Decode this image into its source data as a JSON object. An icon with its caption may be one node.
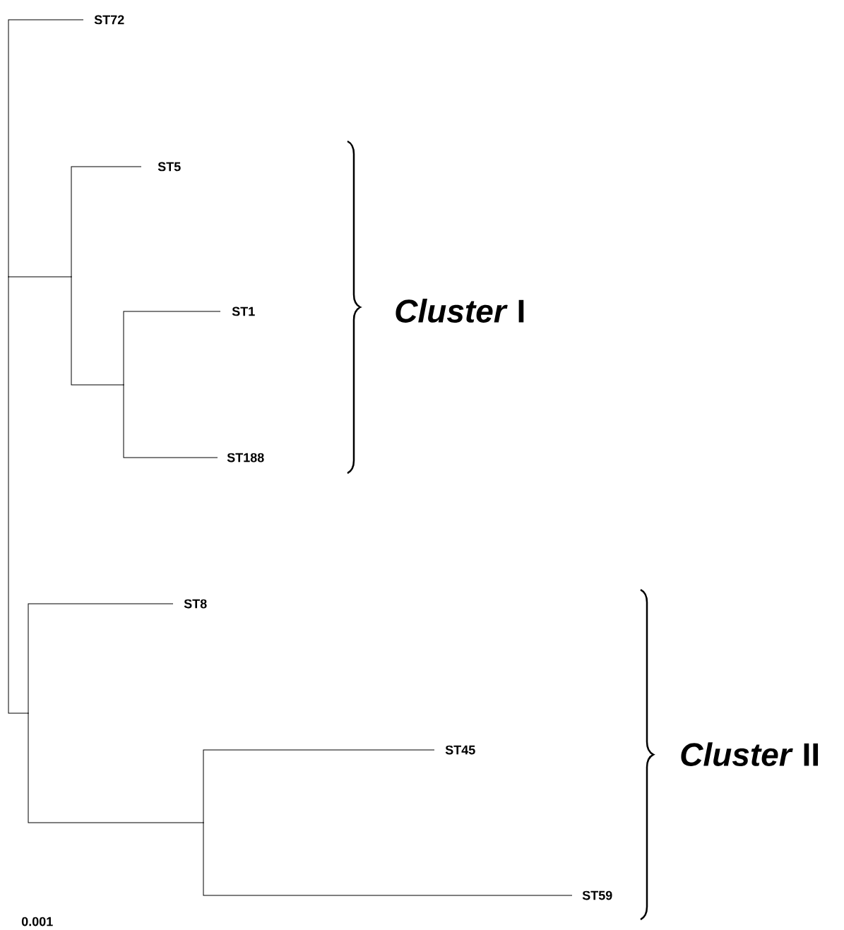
{
  "diagram": {
    "nodes": [
      {
        "text": [],
        "shape": "point"
      },
      {
        "text": [
          "ST72"
        ]
      },
      {
        "text": [],
        "shape": "point"
      },
      {
        "text": [
          "ST5"
        ]
      },
      {
        "text": [],
        "shape": "point"
      },
      {
        "text": [
          "ST1"
        ]
      },
      {
        "text": [
          "ST188"
        ]
      },
      {
        "text": [],
        "shape": "point"
      },
      {
        "text": [
          "ST8"
        ]
      },
      {
        "text": [],
        "shape": "point"
      },
      {
        "text": [
          "ST45"
        ]
      },
      {
        "text": [
          "ST59"
        ]
      }
    ],
    "edges": [
      {
        "from": 0,
        "to": 1,
        "arrow": "none"
      },
      {
        "from": 0,
        "to": 2,
        "arrow": "none"
      },
      {
        "from": 0,
        "to": 7,
        "arrow": "none"
      },
      {
        "from": 2,
        "to": 3,
        "arrow": "none"
      },
      {
        "from": 2,
        "to": 4,
        "arrow": "none"
      },
      {
        "from": 4,
        "to": 5,
        "arrow": "none"
      },
      {
        "from": 4,
        "to": 6,
        "arrow": "none"
      },
      {
        "from": 7,
        "to": 8,
        "arrow": "none"
      },
      {
        "from": 7,
        "to": 9,
        "arrow": "none"
      },
      {
        "from": 9,
        "to": 10,
        "arrow": "none"
      },
      {
        "from": 9,
        "to": 11,
        "arrow": "none"
      }
    ],
    "labels": [
      "*Cluster* I",
      "*Cluster* II",
      "0.001"
    ]
  }
}
